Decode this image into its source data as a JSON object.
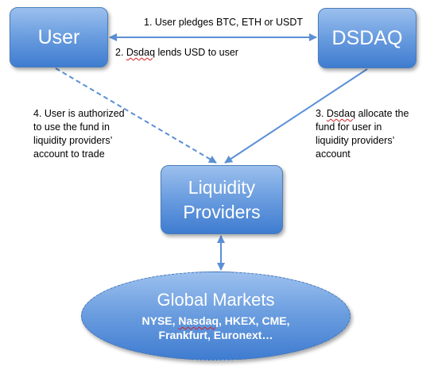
{
  "nodes": {
    "user": "User",
    "dsdaq": "DSDAQ",
    "liquidity_providers": [
      "Liquidity",
      "Providers"
    ],
    "global_markets": {
      "title": "Global Markets",
      "list": [
        "NYSE, Nasdaq, HKEX, CME,",
        "Frankfurt, Euronext…"
      ]
    }
  },
  "edges": {
    "user_dsdaq_1": "1. User pledges BTC, ETH or USDT",
    "dsdaq_user_2": "2. Dsdaq lends USD to user",
    "dsdaq_lp_3": [
      "3. Dsdaq allocate the",
      "fund for user in",
      "liquidity providers’",
      "account"
    ],
    "user_lp_4": [
      "4. User is authorized",
      "to use the fund in",
      "liquidity providers’",
      "account to trade"
    ]
  },
  "colors": {
    "node_fill_top": "#9cc0ee",
    "node_fill_bottom": "#3f7cd0",
    "arrow": "#5b8fd6",
    "text_on_node": "#ffffff",
    "spellcheck_underline": "#d42020"
  }
}
